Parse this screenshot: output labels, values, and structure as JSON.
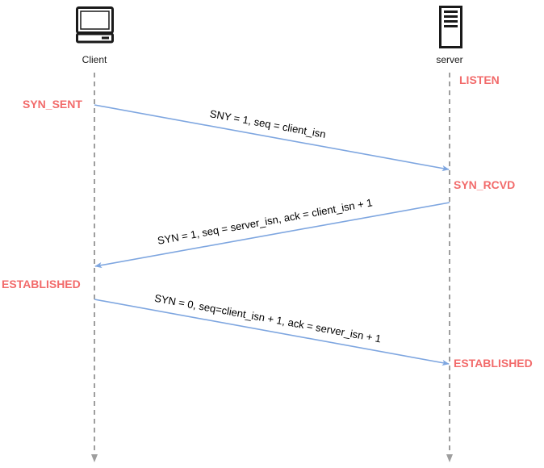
{
  "endpoints": {
    "client": {
      "label": "Client",
      "icon": "desktop-computer-icon"
    },
    "server": {
      "label": "server",
      "icon": "server-tower-icon"
    }
  },
  "states": {
    "server_listen": "LISTEN",
    "client_syn_sent": "SYN_SENT",
    "server_syn_rcvd": "SYN_RCVD",
    "client_established": "ESTABLISHED",
    "server_established": "ESTABLISHED"
  },
  "messages": [
    {
      "label": "SNY = 1, seq = client_isn",
      "from": "client",
      "to": "server"
    },
    {
      "label": "SYN = 1, seq = server_isn, ack = client_isn + 1",
      "from": "server",
      "to": "client"
    },
    {
      "label": "SYN = 0, seq=client_isn + 1, ack = server_isn + 1",
      "from": "client",
      "to": "server"
    }
  ],
  "colors": {
    "state": "#f26b6b",
    "arrow": "#7ea6e0",
    "lifeline": "#9e9e9e",
    "icon": "#1a1a1a"
  }
}
